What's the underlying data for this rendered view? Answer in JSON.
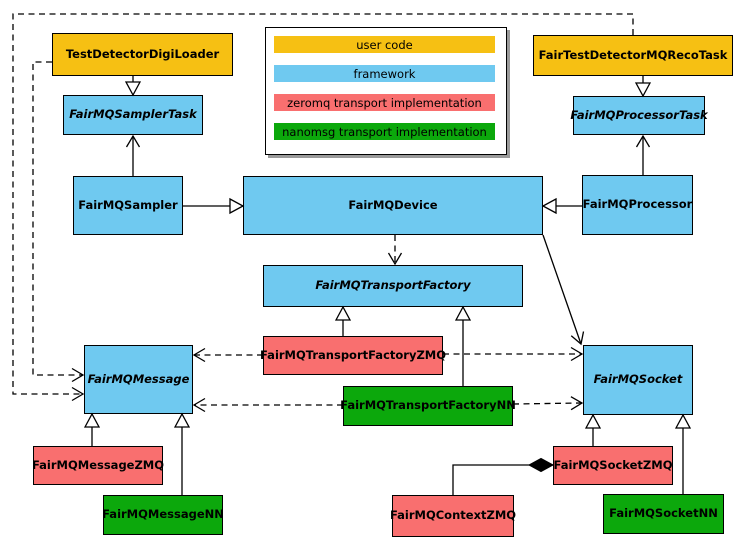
{
  "canvas": {
    "background": "#FFFFFF"
  },
  "colors": {
    "user_code": "#F6C013",
    "framework": "#6FC9F0",
    "zeromq": "#F96F6F",
    "nanomsg": "#0CA80C",
    "line": "#000000",
    "legend_shadow": "#9A9A9A"
  },
  "legend": {
    "items": [
      {
        "label": "user code",
        "color_key": "user_code"
      },
      {
        "label": "framework",
        "color_key": "framework"
      },
      {
        "label": "zeromq transport implementation",
        "color_key": "zeromq"
      },
      {
        "label": "nanomsg transport implementation",
        "color_key": "nanomsg"
      }
    ]
  },
  "nodes": {
    "testDetectorDigiLoader": {
      "label": "TestDetectorDigiLoader",
      "category": "user code",
      "abstract": false
    },
    "fairTestDetectorMQRecoTask": {
      "label": "FairTestDetectorMQRecoTask",
      "category": "user code",
      "abstract": false
    },
    "fairMQSamplerTask": {
      "label": "FairMQSamplerTask",
      "category": "framework",
      "abstract": true
    },
    "fairMQProcessorTask": {
      "label": "FairMQProcessorTask",
      "category": "framework",
      "abstract": true
    },
    "fairMQSampler": {
      "label": "FairMQSampler",
      "category": "framework",
      "abstract": false
    },
    "fairMQDevice": {
      "label": "FairMQDevice",
      "category": "framework",
      "abstract": false
    },
    "fairMQProcessor": {
      "label": "FairMQProcessor",
      "category": "framework",
      "abstract": false
    },
    "fairMQTransportFactory": {
      "label": "FairMQTransportFactory",
      "category": "framework",
      "abstract": true
    },
    "fairMQTransportFactoryZMQ": {
      "label": "FairMQTransportFactoryZMQ",
      "category": "zeromq transport implementation",
      "abstract": false
    },
    "fairMQTransportFactoryNN": {
      "label": "FairMQTransportFactoryNN",
      "category": "nanomsg transport implementation",
      "abstract": false
    },
    "fairMQMessage": {
      "label": "FairMQMessage",
      "category": "framework",
      "abstract": true
    },
    "fairMQSocket": {
      "label": "FairMQSocket",
      "category": "framework",
      "abstract": true
    },
    "fairMQMessageZMQ": {
      "label": "FairMQMessageZMQ",
      "category": "zeromq transport implementation",
      "abstract": false
    },
    "fairMQMessageNN": {
      "label": "FairMQMessageNN",
      "category": "nanomsg transport implementation",
      "abstract": false
    },
    "fairMQSocketZMQ": {
      "label": "FairMQSocketZMQ",
      "category": "zeromq transport implementation",
      "abstract": false
    },
    "fairMQSocketNN": {
      "label": "FairMQSocketNN",
      "category": "nanomsg transport implementation",
      "abstract": false
    },
    "fairMQContextZMQ": {
      "label": "FairMQContextZMQ",
      "category": "zeromq transport implementation",
      "abstract": false
    }
  },
  "edges": [
    {
      "from": "TestDetectorDigiLoader",
      "to": "FairMQSamplerTask",
      "type": "inheritance"
    },
    {
      "from": "FairTestDetectorMQRecoTask",
      "to": "FairMQProcessorTask",
      "type": "inheritance"
    },
    {
      "from": "FairMQSampler",
      "to": "FairMQSamplerTask",
      "type": "arrow"
    },
    {
      "from": "FairMQProcessor",
      "to": "FairMQProcessorTask",
      "type": "arrow"
    },
    {
      "from": "FairMQSampler",
      "to": "FairMQDevice",
      "type": "inheritance"
    },
    {
      "from": "FairMQProcessor",
      "to": "FairMQDevice",
      "type": "inheritance"
    },
    {
      "from": "FairMQDevice",
      "to": "FairMQTransportFactory",
      "type": "dashed-arrow"
    },
    {
      "from": "FairMQDevice",
      "to": "FairMQSocket",
      "type": "arrow"
    },
    {
      "from": "TestDetectorDigiLoader",
      "to": "FairMQMessage",
      "type": "dashed-arrow"
    },
    {
      "from": "FairTestDetectorMQRecoTask",
      "to": "FairMQMessage",
      "type": "dashed-arrow"
    },
    {
      "from": "FairMQTransportFactoryZMQ",
      "to": "FairMQTransportFactory",
      "type": "inheritance"
    },
    {
      "from": "FairMQTransportFactoryNN",
      "to": "FairMQTransportFactory",
      "type": "inheritance"
    },
    {
      "from": "FairMQTransportFactoryZMQ",
      "to": "FairMQMessage",
      "type": "dashed-arrow"
    },
    {
      "from": "FairMQTransportFactoryZMQ",
      "to": "FairMQSocket",
      "type": "dashed-arrow"
    },
    {
      "from": "FairMQTransportFactoryNN",
      "to": "FairMQMessage",
      "type": "dashed-arrow"
    },
    {
      "from": "FairMQTransportFactoryNN",
      "to": "FairMQSocket",
      "type": "dashed-arrow"
    },
    {
      "from": "FairMQMessageZMQ",
      "to": "FairMQMessage",
      "type": "inheritance"
    },
    {
      "from": "FairMQMessageNN",
      "to": "FairMQMessage",
      "type": "inheritance"
    },
    {
      "from": "FairMQSocketZMQ",
      "to": "FairMQSocket",
      "type": "inheritance"
    },
    {
      "from": "FairMQSocketNN",
      "to": "FairMQSocket",
      "type": "inheritance"
    },
    {
      "from": "FairMQContextZMQ",
      "to": "FairMQSocketZMQ",
      "type": "composition"
    }
  ]
}
